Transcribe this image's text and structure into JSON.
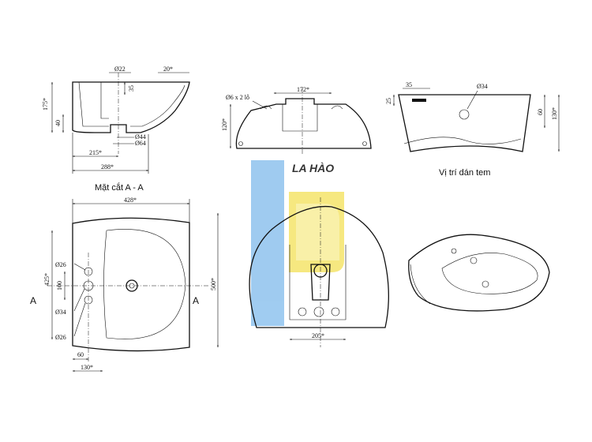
{
  "views": {
    "section": {
      "caption": "Mặt cắt A - A",
      "dims": {
        "d22": "Ø22",
        "w20": "20*",
        "h35": "35",
        "h175": "175*",
        "h40": "40",
        "d44": "Ø44",
        "d64": "Ø64",
        "w215": "215*",
        "w288": "288*"
      }
    },
    "back": {
      "dims": {
        "holes": "Ø6 x 2 lỗ",
        "w172": "172*",
        "h120": "120*"
      }
    },
    "label_pos": {
      "caption": "Vị trí dán tem",
      "dims": {
        "w35": "35",
        "d34": "Ø34",
        "h25": "25",
        "h60": "60",
        "h130": "130*"
      }
    },
    "top": {
      "dims": {
        "w428": "428*",
        "d26a": "Ø26",
        "h425": "425*",
        "h100": "100",
        "d34": "Ø34",
        "d26b": "Ø26",
        "h500": "500*",
        "w60": "60",
        "w130": "130*",
        "secA_left": "A",
        "secA_right": "A"
      }
    },
    "front": {
      "dims": {
        "w205": "205*"
      }
    }
  },
  "watermark": {
    "text": "LA HÀO",
    "color": "#3aa0e0"
  },
  "colors": {
    "logo_blue": "#8fc3ee",
    "logo_yellow": "#f5e46b",
    "line": "#111111"
  }
}
